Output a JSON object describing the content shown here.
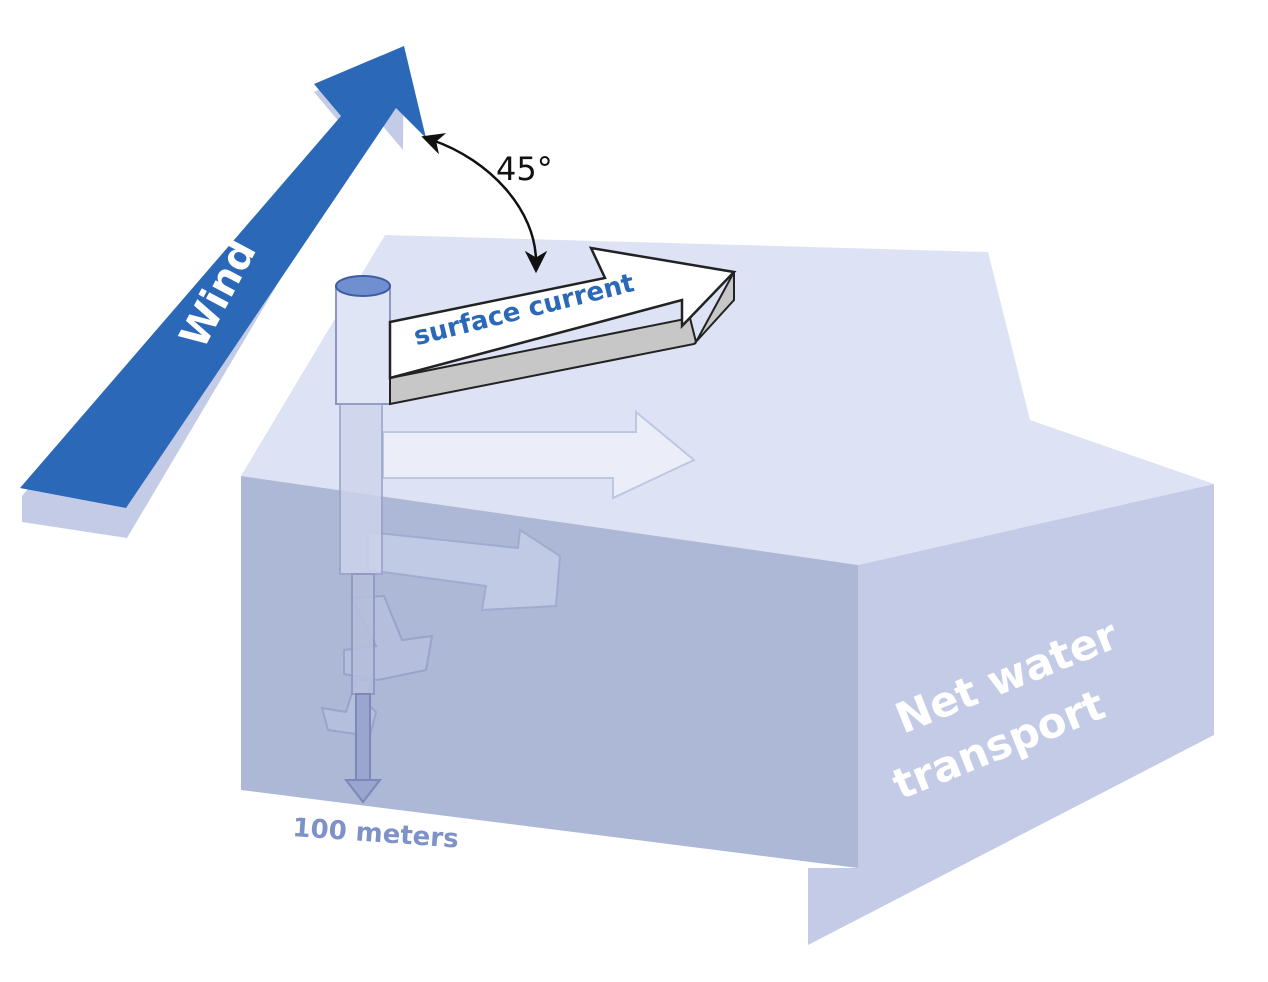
{
  "labels": {
    "wind": "Wind",
    "angle": "45°",
    "surface_current": "surface current",
    "net_line1": "Net water",
    "net_line2": "transport",
    "depth": "100 meters"
  },
  "colors": {
    "wind_arrow": "#2b68b8",
    "wind_shadow": "#c3cbe6",
    "water_top": "#dde3f4",
    "water_front": "#a9b4d4",
    "water_side": "#c3cbe6",
    "text_blue": "#2b68b8",
    "depth_text": "#7e92c8"
  }
}
